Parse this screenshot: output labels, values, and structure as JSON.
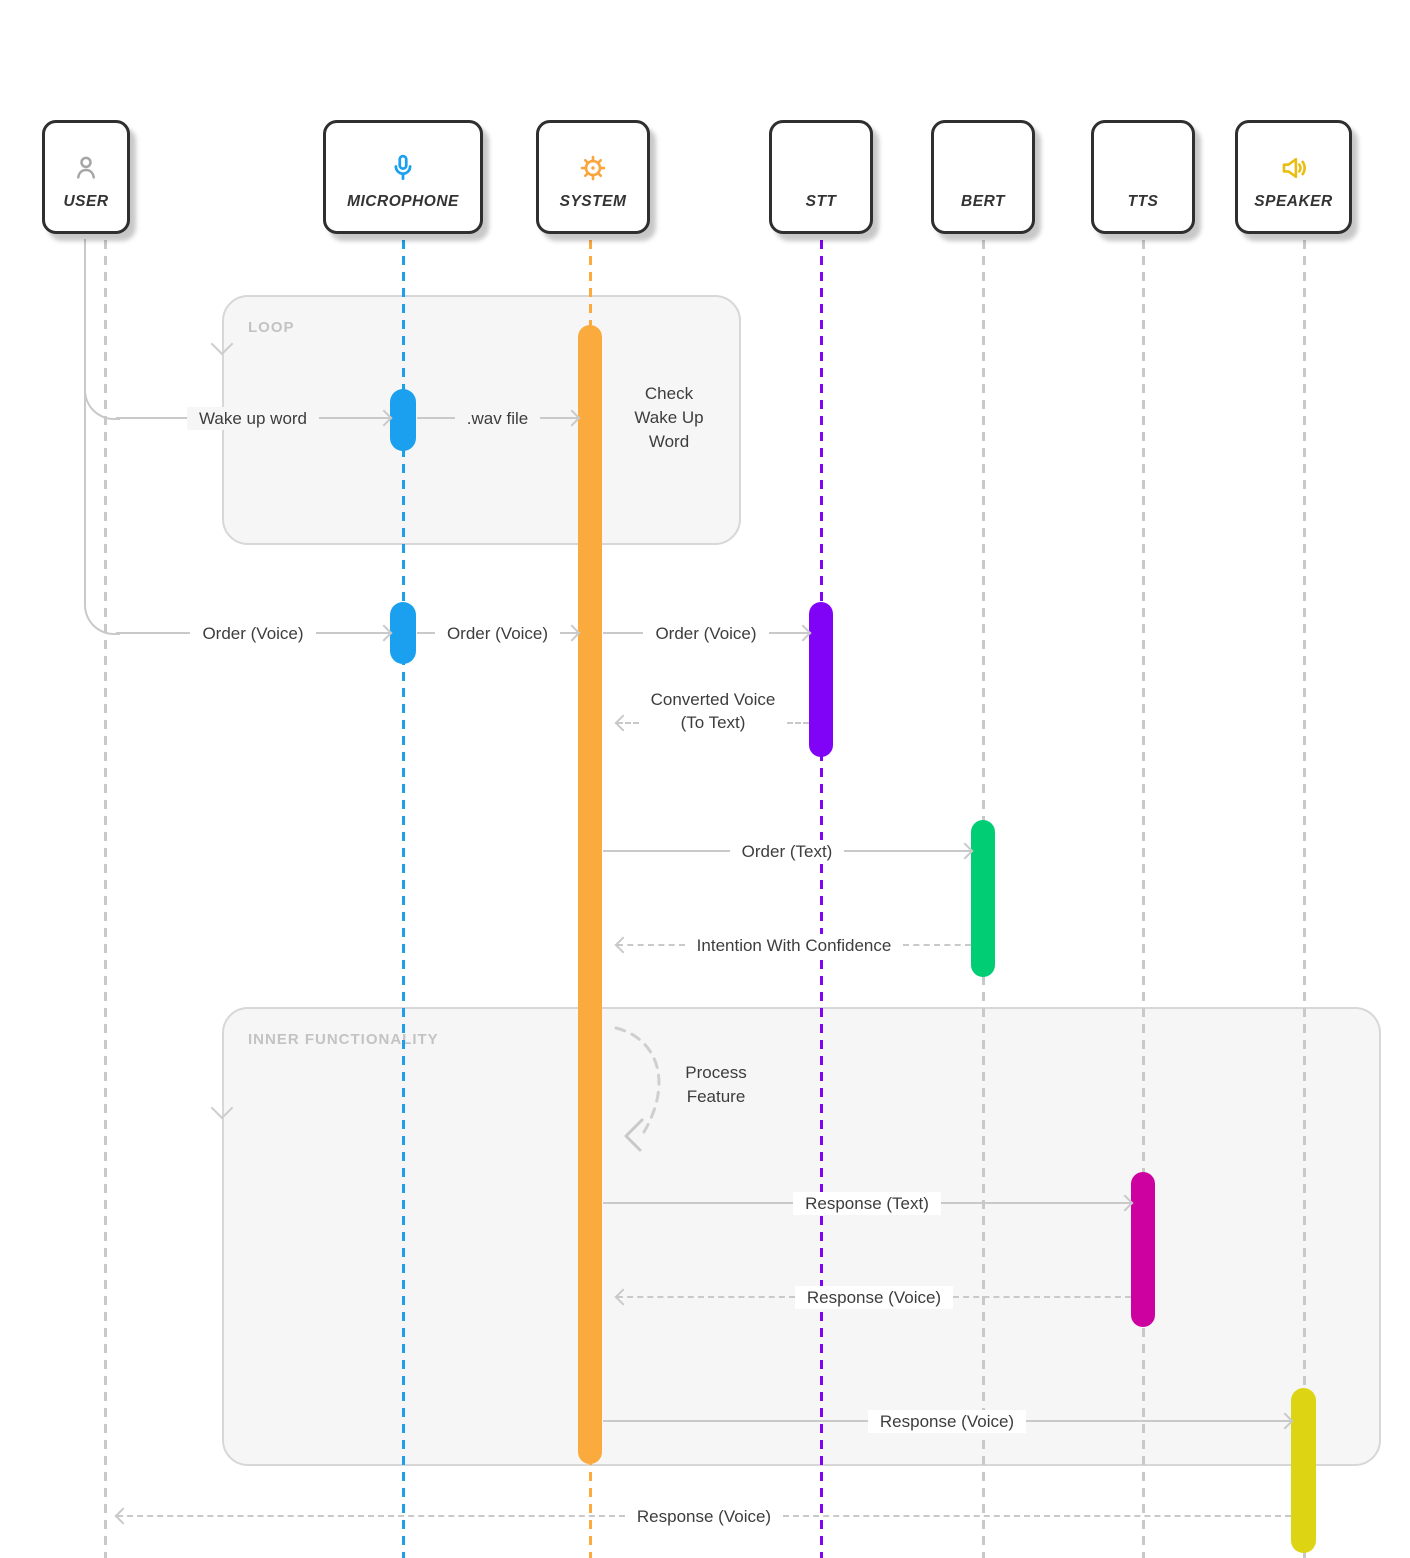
{
  "participants": [
    {
      "label": "USER"
    },
    {
      "label": "MICROPHONE"
    },
    {
      "label": "SYSTEM"
    },
    {
      "label": "STT"
    },
    {
      "label": "BERT"
    },
    {
      "label": "TTS"
    },
    {
      "label": "SPEAKER"
    }
  ],
  "frames": {
    "loop": {
      "label": "LOOP"
    },
    "inner": {
      "label": "INNER FUNCTIONALITY"
    }
  },
  "messages": {
    "wake_up_word": "Wake up word",
    "wav_file": ".wav file",
    "order_voice_1": "Order (Voice)",
    "order_voice_2": "Order (Voice)",
    "order_voice_3": "Order (Voice)",
    "converted_voice_line1": "Converted Voice",
    "converted_voice_line2": "(To Text)",
    "order_text": "Order (Text)",
    "intention": "Intention With Confidence",
    "response_text": "Response (Text)",
    "response_voice_tts": "Response (Voice)",
    "response_voice_speaker": "Response (Voice)",
    "response_voice_user": "Response (Voice)"
  },
  "notes": {
    "check_wake_line1": "Check",
    "check_wake_line2": "Wake Up",
    "check_wake_line3": "Word",
    "process_line1": "Process",
    "process_line2": "Feature"
  },
  "colors": {
    "microphone_accent": "#1BA0F0",
    "system_accent": "#FBAA3E",
    "stt_accent": "#8003F8",
    "bert_accent": "#01CE74",
    "tts_accent": "#CC01A0",
    "speaker_bar": "#DDD414",
    "speaker_icon": "#EBBD10",
    "user_icon_gray": "#A6A6A6",
    "arrow_gray": "#C9C9C9",
    "frame_label_gray": "#C3C3C3"
  }
}
